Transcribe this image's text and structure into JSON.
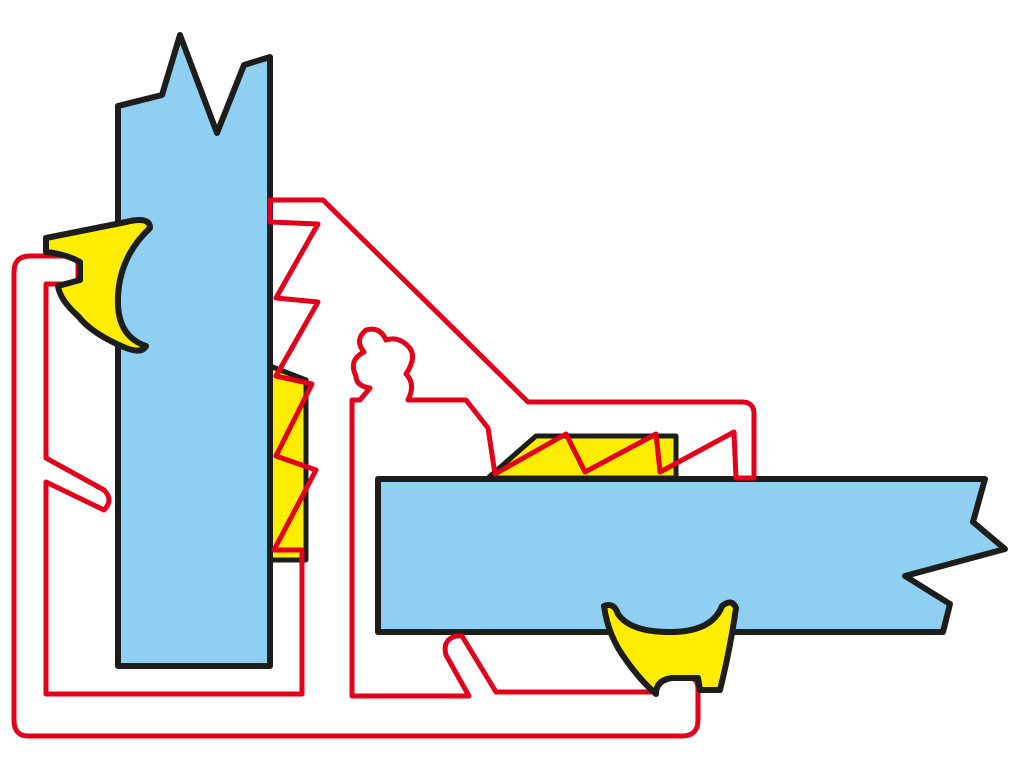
{
  "diagram": {
    "colors": {
      "background": "#ffffff",
      "panel_fill": "#8ecff2",
      "panel_outline": "#1d1d1b",
      "gasket_fill": "#ffed00",
      "gasket_outline": "#1d1d1b",
      "profile_outline": "#e2001a"
    },
    "parts": {
      "vertical_panel": "panel",
      "horizontal_panel": "panel",
      "upper_left_gasket": "gasket",
      "lower_right_gasket": "gasket",
      "vertical_glazing_strip": "gasket",
      "horizontal_glazing_strip": "gasket",
      "corner_profile": "profile"
    }
  }
}
